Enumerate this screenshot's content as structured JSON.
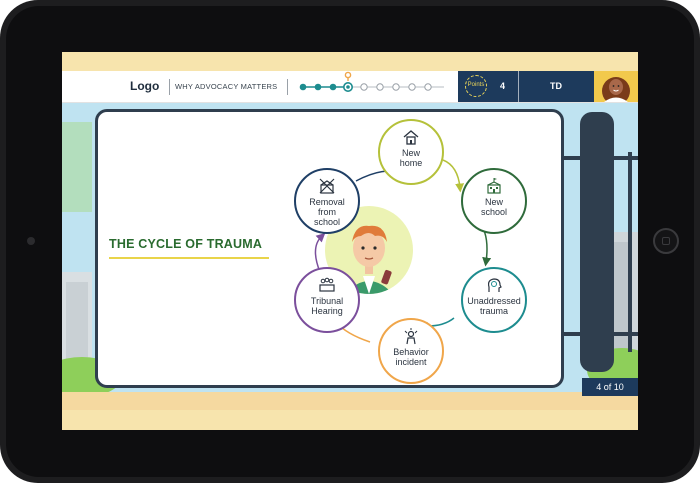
{
  "header": {
    "logo": "Logo",
    "section_title": "WHY ADVOCACY MATTERS",
    "progress": {
      "total_steps": 9,
      "completed_steps": 3,
      "current_step": 4
    },
    "points_badge_label": "Points",
    "points_value": "4",
    "user_initials": "TD"
  },
  "slide": {
    "title": "THE CYCLE OF TRAUMA",
    "cycle_nodes": [
      {
        "label_line1": "New",
        "label_line2": "home",
        "icon": "house-icon",
        "color": "#b5c13a"
      },
      {
        "label_line1": "New",
        "label_line2": "school",
        "icon": "school-building-icon",
        "color": "#2f6b3b"
      },
      {
        "label_line1": "Unaddressed",
        "label_line2": "trauma",
        "icon": "brain-head-icon",
        "color": "#1d8c8f"
      },
      {
        "label_line1": "Behavior",
        "label_line2": "incident",
        "icon": "stressed-person-icon",
        "color": "#f0a64a"
      },
      {
        "label_line1": "Tribunal",
        "label_line2": "Hearing",
        "icon": "tribunal-people-icon",
        "color": "#7b4f9c"
      },
      {
        "label_line1": "Removal",
        "label_line2": "from",
        "label_line3": "school",
        "icon": "crossed-school-icon",
        "color": "#1f3f66"
      }
    ],
    "center_image": "student-portrait-illustration"
  },
  "footer": {
    "page_indicator": "4 of 10"
  },
  "colors": {
    "navy": "#1d3a5c",
    "title_green": "#2a6b2f",
    "underline_yellow": "#e9d44a",
    "stripe_cream": "#f7e4ad"
  }
}
